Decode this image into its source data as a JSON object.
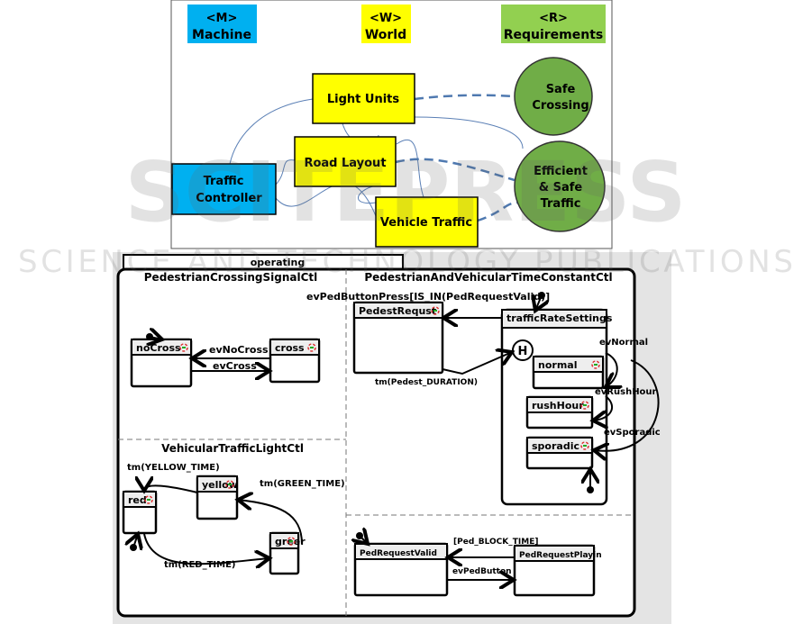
{
  "top": {
    "headers": [
      {
        "tag": "<M>",
        "label": "Machine",
        "color": "#00b0f0"
      },
      {
        "tag": "<W>",
        "label": "World",
        "color": "#ffff00"
      },
      {
        "tag": "<R>",
        "label": "Requirements",
        "color": "#92d050"
      }
    ],
    "boxes": {
      "light_units": "Light Units",
      "road_layout": "Road Layout",
      "traffic_controller": [
        "Traffic",
        "Controller"
      ],
      "vehicle_traffic": "Vehicle Traffic"
    },
    "requirements": {
      "safe_crossing": [
        "Safe",
        "Crossing"
      ],
      "efficient_safe_traffic": [
        "Efficient",
        "& Safe",
        "Traffic"
      ]
    },
    "colors": {
      "machine": "#00b0f0",
      "world": "#ffff00",
      "requirement": "#70ad47",
      "dashed_link": "#4f79b0"
    }
  },
  "statechart": {
    "tab": "operating",
    "regions": {
      "ped_signal": "PedestrianCrossingSignalCtl",
      "ped_vehicular": "PedestrianAndVehicularTimeConstantCtl",
      "vehicular_light": "VehicularTrafficLightCtl"
    },
    "states": {
      "noCross": "noCross",
      "cross": "cross",
      "pedestRequst": "PedestRequst",
      "trafficRateSettings": "trafficRateSettings",
      "history": "H",
      "normal": "normal",
      "rushHour": "rushHour",
      "sporadic": "sporadic",
      "red": "red",
      "yellow": "yellow",
      "green": "greer",
      "pedRequestValid": "PedRequestValid",
      "pedRequestPlaying": "PedRequestPlayin"
    },
    "transitions": {
      "evNoCross": "evNoCross",
      "evCross": "evCross",
      "evPedButtonPress": "evPedButtonPress[IS_IN(PedRequestValid)]",
      "pedestDuration": "tm(Pedest_DURATION)",
      "evNormal": "evNormal",
      "evRushHour": "evRushHour",
      "evSporadic": "evSporadic",
      "yellowTime": "tm(YELLOW_TIME)",
      "greenTime": "tm(GREEN_TIME)",
      "redTime": "tm(RED_TIME)",
      "pedBlockTime": "[Ped_BLOCK_TIME]",
      "evPedButton": "evPedButton"
    }
  },
  "watermark": {
    "title": "SCITEPRESS",
    "subtitle": "SCIENCE AND TECHNOLOGY PUBLICATIONS"
  }
}
